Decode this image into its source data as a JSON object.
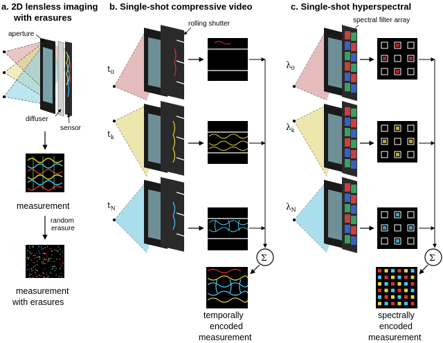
{
  "panels": {
    "a": {
      "title_line1": "a. 2D lensless imaging",
      "title_line2": "with erasures",
      "aperture": "aperture",
      "diffuser": "diffuser",
      "sensor": "sensor",
      "measurement": "measurement",
      "random_line1": "random",
      "random_line2": "erasure",
      "erased_line1": "measurement",
      "erased_line2": "with erasures"
    },
    "b": {
      "title": "b. Single-shot compressive video",
      "rolling_shutter": "rolling shutter",
      "t0": "t",
      "t0_sub": "0",
      "tk": "t",
      "tk_sub": "k",
      "tN": "t",
      "tN_sub": "N",
      "sum": "Σ",
      "out_line1": "temporally",
      "out_line2": "encoded",
      "out_line3": "measurement"
    },
    "c": {
      "title": "c. Single-shot hyperspectral",
      "filter": "spectral filter array",
      "l0": "λ",
      "l0_sub": "0",
      "lk": "λ",
      "lk_sub": "k",
      "lN": "λ",
      "lN_sub": "N",
      "sum": "Σ",
      "out_line1": "spectrally",
      "out_line2": "encoded",
      "out_line3": "measurement"
    }
  },
  "colors": {
    "cone_red": "#d9a0a0",
    "cone_yellow": "#e6dc8a",
    "cone_cyan": "#8fd3e6",
    "caustic_yellow": "#e8d23a",
    "caustic_cyan": "#48c8f0",
    "caustic_red": "#e03030"
  }
}
